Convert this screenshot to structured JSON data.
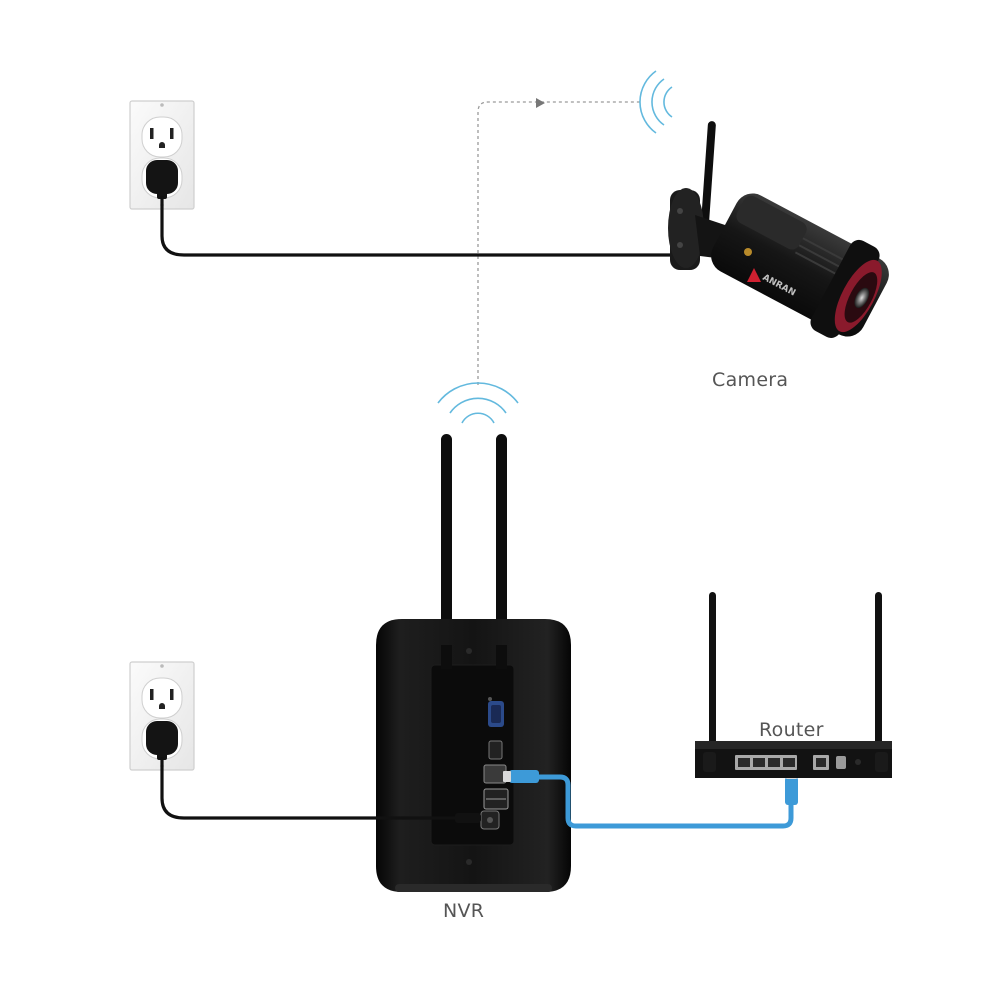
{
  "labels": {
    "camera": "Camera",
    "router": "Router",
    "nvr": "NVR"
  },
  "camera_brand": "ANRAN",
  "colors": {
    "ethernet_cable": "#3d9ad8",
    "wifi_waves": "#63b9de",
    "power_cable": "#111111",
    "device_body": "#141414",
    "camera_lens_ring": "#8a1a2c",
    "signal_path": "#9a9a9a"
  },
  "icons": [
    "wall-outlet-icon",
    "power-plug-icon",
    "wifi-signal-icon",
    "arrow-right-icon",
    "ethernet-connector-icon"
  ]
}
